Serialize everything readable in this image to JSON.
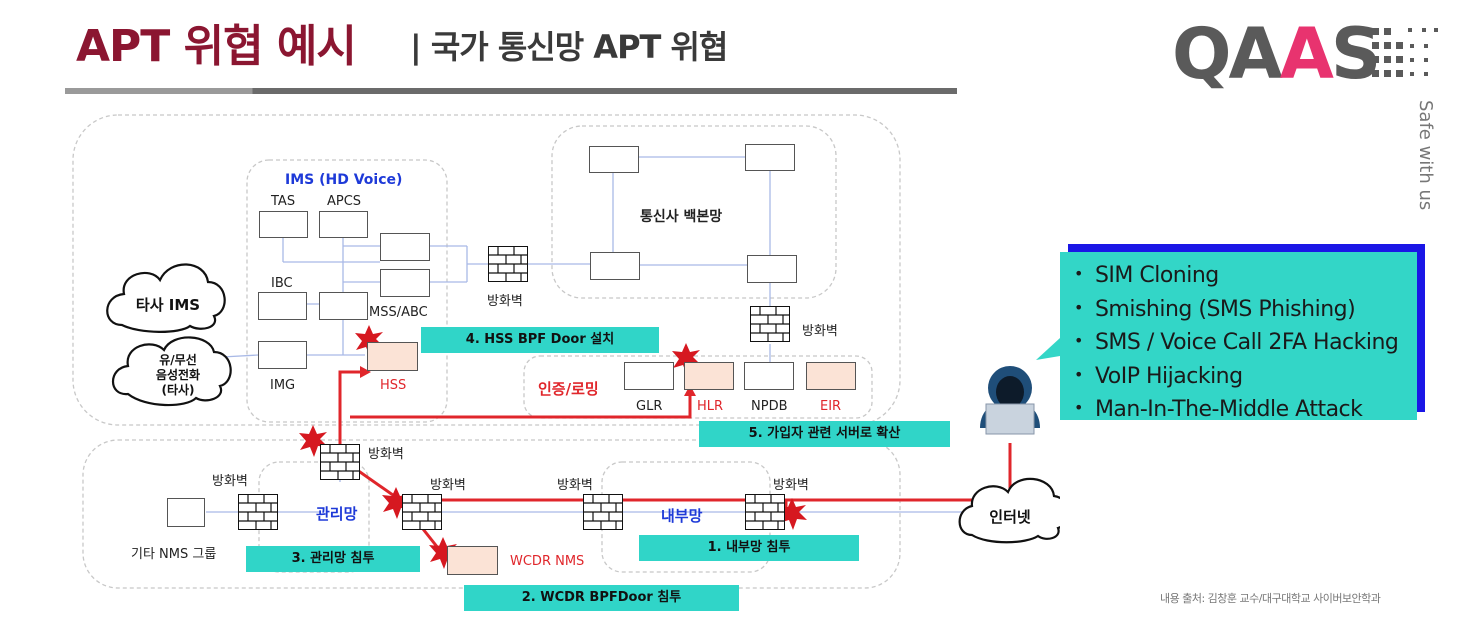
{
  "header": {
    "title": "APT 위협 예시",
    "subtitle": "| 국가 통신망 APT 위협"
  },
  "logo": {
    "text_gray": "QA",
    "text_pink": "A",
    "text_gray2": "S",
    "tagline": "Safe with us",
    "accent_color": "#e8336f"
  },
  "diagram": {
    "ims": {
      "title": "IMS (HD Voice)",
      "tas": "TAS",
      "apcs": "APCS",
      "ibc": "IBC",
      "mss_abc": "MSS/ABC",
      "img": "IMG",
      "hss": "HSS"
    },
    "backbone": {
      "label": "통신사 백본망"
    },
    "auth": {
      "title": "인증/로밍",
      "glr": "GLR",
      "hlr": "HLR",
      "npdb": "NPDB",
      "eir": "EIR"
    },
    "clouds": {
      "other_ims": "타사 IMS",
      "voice": [
        "유/무선",
        "음성전화",
        "(타사)"
      ],
      "internet": "인터넷"
    },
    "firewall_label": "방화벽",
    "mgmt_net": "관리망",
    "internal_net": "내부망",
    "other_nms": "기타 NMS 그룹",
    "wcdr_nms": "WCDR NMS",
    "steps": [
      "1. 내부망 침투",
      "2. WCDR BPFDoor 침투",
      "3. 관리망 침투",
      "4. HSS BPF Door 설치",
      "5. 가입자 관련 서버로 확산"
    ],
    "attack_color": "#e0262b",
    "highlight_color": "#30d5c8"
  },
  "threats": {
    "items": [
      "SIM Cloning",
      "Smishing (SMS Phishing)",
      "SMS / Voice Call 2FA Hacking",
      "VoIP Hijacking",
      "Man-In-The-Middle Attack"
    ]
  },
  "footer": {
    "source": "내용 출처: 김창훈 교수/대구대학교 사이버보안학과"
  }
}
